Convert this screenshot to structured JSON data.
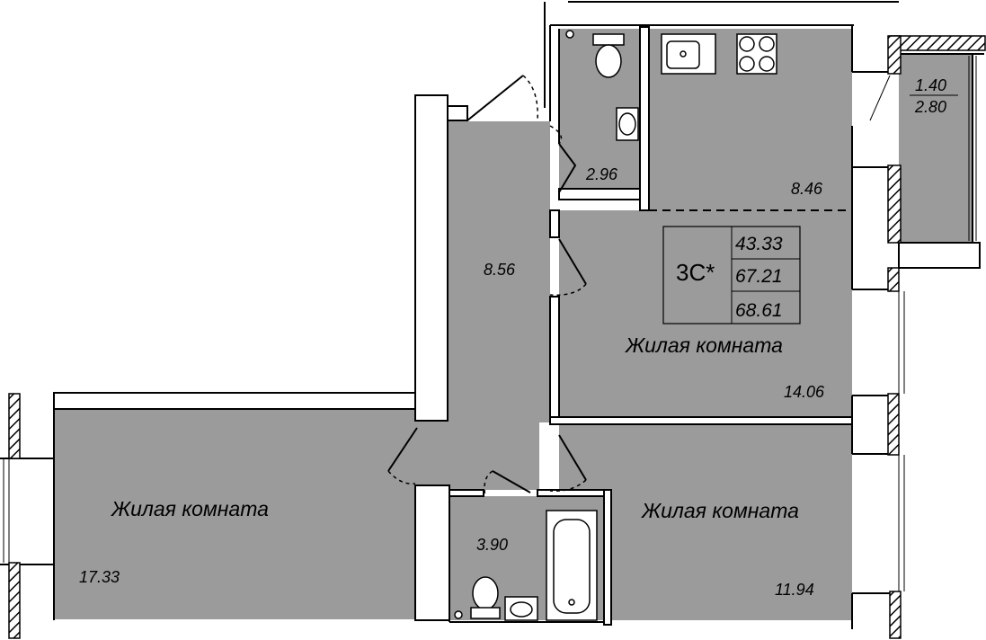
{
  "plan": {
    "code": "3С*",
    "totals": [
      "43.33",
      "67.21",
      "68.61"
    ],
    "rooms": [
      {
        "id": "hall",
        "area": "8.56",
        "name": ""
      },
      {
        "id": "toilet",
        "area": "2.96",
        "name": ""
      },
      {
        "id": "kitchen",
        "area": "8.46",
        "name": ""
      },
      {
        "id": "living-center",
        "area": "14.06",
        "name": "Жилая комната"
      },
      {
        "id": "living-left",
        "area": "17.33",
        "name": "Жилая комната"
      },
      {
        "id": "living-right",
        "area": "11.94",
        "name": "Жилая комната"
      },
      {
        "id": "bathroom",
        "area": "3.90",
        "name": ""
      }
    ],
    "balcony": {
      "area_top": "1.40",
      "area_bottom": "2.80"
    }
  }
}
